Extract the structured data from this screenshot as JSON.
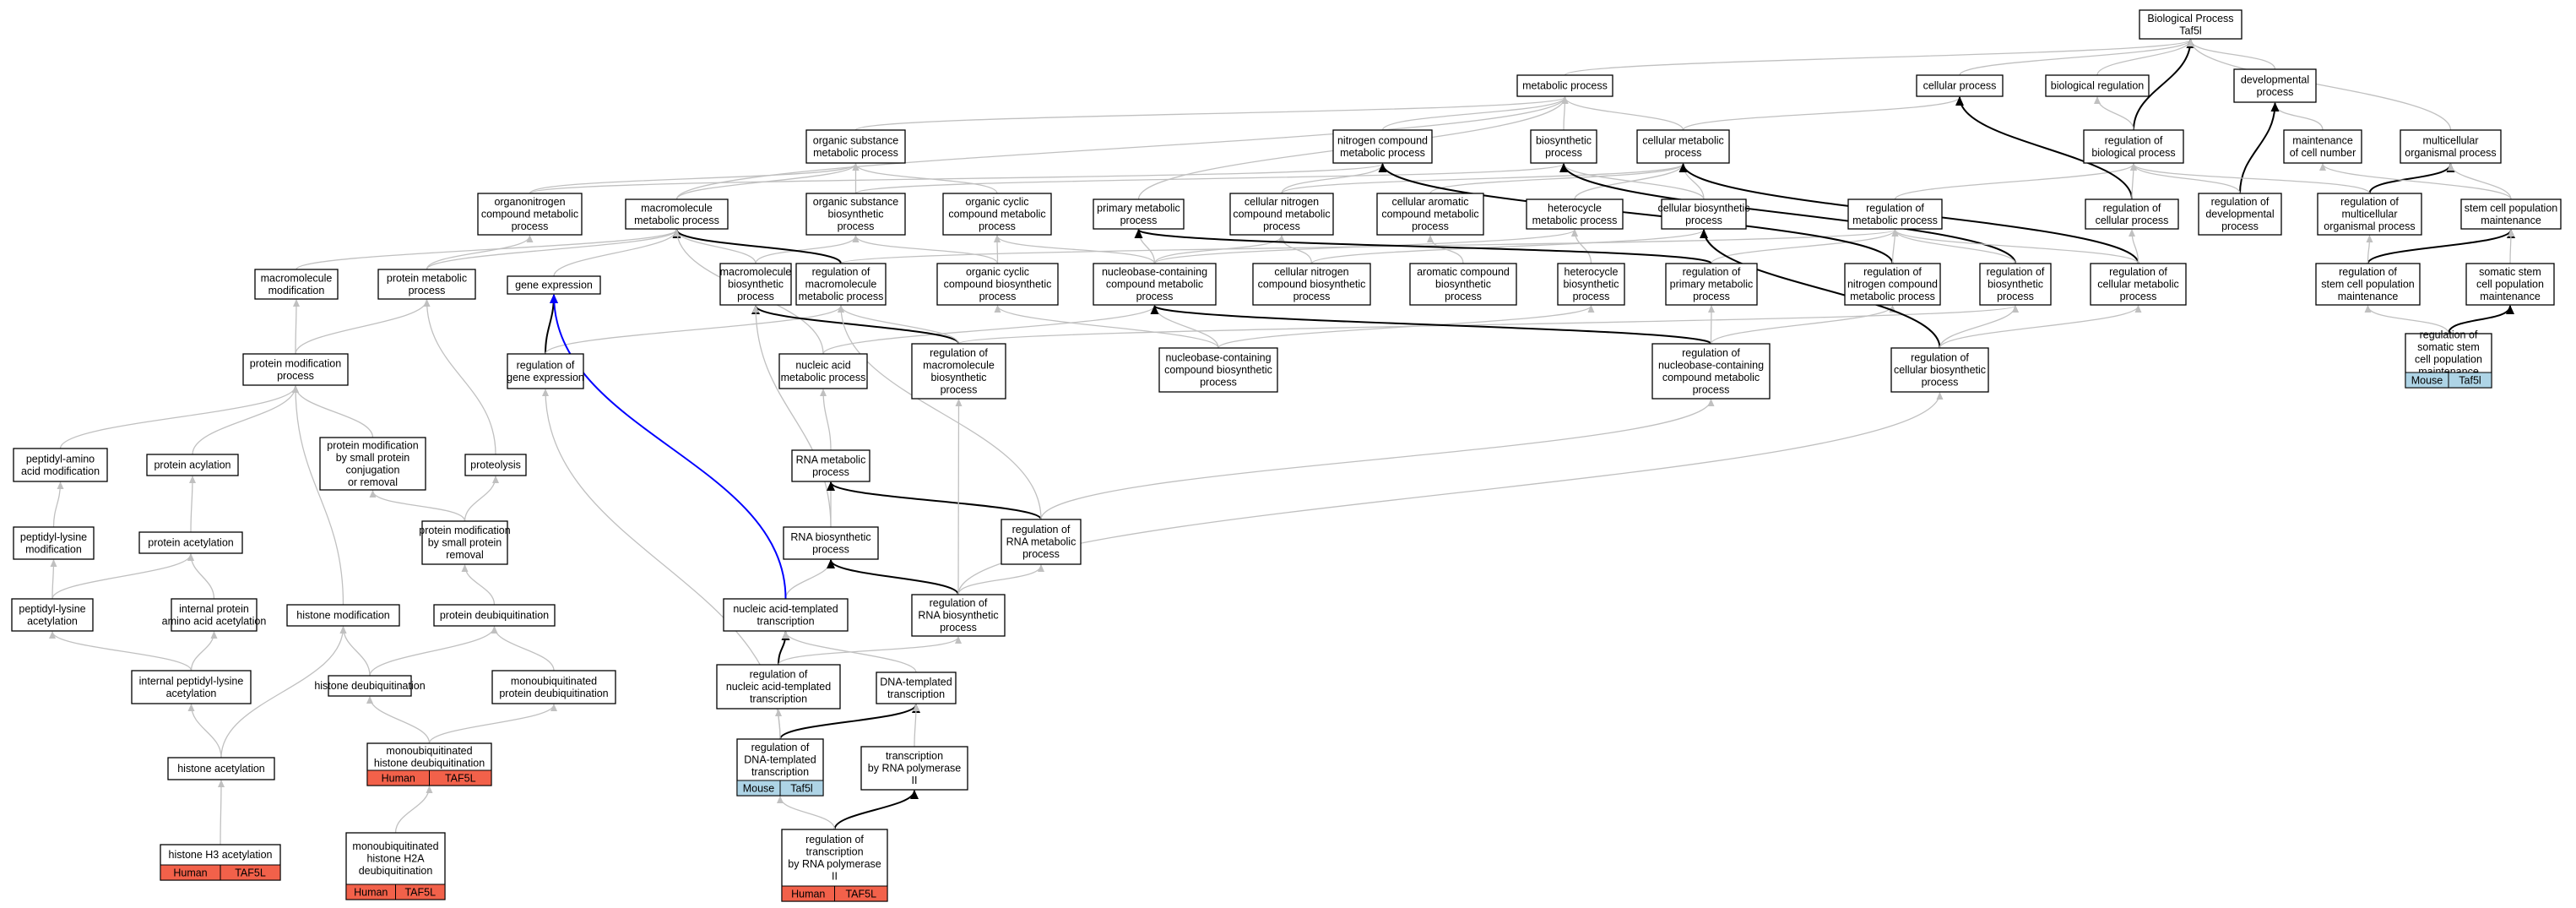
{
  "diagram": {
    "colors": {
      "edge_gray": "#c0c0c0",
      "edge_black": "#000000",
      "edge_blue": "#0000ff",
      "human": "#f2614a",
      "mouse": "#aed4e6",
      "node_border": "#000000",
      "node_fill": "#ffffff"
    },
    "nodes": [
      {
        "id": "bp",
        "lines": [
          "Biological Process",
          "Taf5l"
        ]
      },
      {
        "id": "mp",
        "lines": [
          "metabolic process"
        ]
      },
      {
        "id": "cp",
        "lines": [
          "cellular process"
        ]
      },
      {
        "id": "breg",
        "lines": [
          "biological regulation"
        ]
      },
      {
        "id": "dev",
        "lines": [
          "developmental",
          "process"
        ]
      },
      {
        "id": "osmp",
        "lines": [
          "organic substance",
          "metabolic process"
        ]
      },
      {
        "id": "ncmp",
        "lines": [
          "nitrogen compound",
          "metabolic process"
        ]
      },
      {
        "id": "biosyn",
        "lines": [
          "biosynthetic",
          "process"
        ]
      },
      {
        "id": "cmp",
        "lines": [
          "cellular metabolic",
          "process"
        ]
      },
      {
        "id": "rbp",
        "lines": [
          "regulation of",
          "biological process"
        ]
      },
      {
        "id": "mcn",
        "lines": [
          "maintenance",
          "of cell number"
        ]
      },
      {
        "id": "mop",
        "lines": [
          "multicellular",
          "organismal process"
        ]
      },
      {
        "id": "oncmp",
        "lines": [
          "organonitrogen",
          "compound metabolic",
          "process"
        ]
      },
      {
        "id": "mmp",
        "lines": [
          "macromolecule",
          "metabolic process"
        ]
      },
      {
        "id": "osbp",
        "lines": [
          "organic substance",
          "biosynthetic",
          "process"
        ]
      },
      {
        "id": "occmp",
        "lines": [
          "organic cyclic",
          "compound metabolic",
          "process"
        ]
      },
      {
        "id": "pmp",
        "lines": [
          "primary metabolic",
          "process"
        ]
      },
      {
        "id": "cncmp",
        "lines": [
          "cellular nitrogen",
          "compound metabolic",
          "process"
        ]
      },
      {
        "id": "cacmp",
        "lines": [
          "cellular aromatic",
          "compound metabolic",
          "process"
        ]
      },
      {
        "id": "hmp",
        "lines": [
          "heterocycle",
          "metabolic process"
        ]
      },
      {
        "id": "cbp",
        "lines": [
          "cellular biosynthetic",
          "process"
        ]
      },
      {
        "id": "rmp",
        "lines": [
          "regulation of",
          "metabolic process"
        ]
      },
      {
        "id": "rcp",
        "lines": [
          "regulation of",
          "cellular process"
        ]
      },
      {
        "id": "rdp",
        "lines": [
          "regulation of",
          "developmental",
          "process"
        ]
      },
      {
        "id": "rmop",
        "lines": [
          "regulation of",
          "multicellular",
          "organismal process"
        ]
      },
      {
        "id": "scpm",
        "lines": [
          "stem cell population",
          "maintenance"
        ]
      },
      {
        "id": "mm",
        "lines": [
          "macromolecule",
          "modification"
        ]
      },
      {
        "id": "protmp",
        "lines": [
          "protein metabolic",
          "process"
        ]
      },
      {
        "id": "ge",
        "lines": [
          "gene expression"
        ]
      },
      {
        "id": "mbp",
        "lines": [
          "macromolecule",
          "biosynthetic",
          "process"
        ]
      },
      {
        "id": "rmmp",
        "lines": [
          "regulation of",
          "macromolecule",
          "metabolic process"
        ]
      },
      {
        "id": "occbp",
        "lines": [
          "organic cyclic",
          "compound biosynthetic",
          "process"
        ]
      },
      {
        "id": "nccmp",
        "lines": [
          "nucleobase-containing",
          "compound metabolic",
          "process"
        ]
      },
      {
        "id": "cncbp",
        "lines": [
          "cellular nitrogen",
          "compound biosynthetic",
          "process"
        ]
      },
      {
        "id": "acbp",
        "lines": [
          "aromatic compound",
          "biosynthetic",
          "process"
        ]
      },
      {
        "id": "hbp",
        "lines": [
          "heterocycle",
          "biosynthetic",
          "process"
        ]
      },
      {
        "id": "rpmp",
        "lines": [
          "regulation of",
          "primary metabolic",
          "process"
        ]
      },
      {
        "id": "rncmp",
        "lines": [
          "regulation of",
          "nitrogen compound",
          "metabolic process"
        ]
      },
      {
        "id": "rbiop",
        "lines": [
          "regulation of",
          "biosynthetic",
          "process"
        ]
      },
      {
        "id": "rcmp",
        "lines": [
          "regulation of",
          "cellular metabolic",
          "process"
        ]
      },
      {
        "id": "rscpm",
        "lines": [
          "regulation of",
          "stem cell population",
          "maintenance"
        ]
      },
      {
        "id": "sscpm",
        "lines": [
          "somatic stem",
          "cell population",
          "maintenance"
        ]
      },
      {
        "id": "pmod",
        "lines": [
          "protein modification",
          "process"
        ]
      },
      {
        "id": "rge",
        "lines": [
          "regulation of",
          "gene expression"
        ]
      },
      {
        "id": "namp",
        "lines": [
          "nucleic acid",
          "metabolic process"
        ]
      },
      {
        "id": "rmbp",
        "lines": [
          "regulation of",
          "macromolecule",
          "biosynthetic",
          "process"
        ]
      },
      {
        "id": "ncbp",
        "lines": [
          "nucleobase-containing",
          "compound biosynthetic",
          "process"
        ]
      },
      {
        "id": "rnccmp",
        "lines": [
          "regulation of",
          "nucleobase-containing",
          "compound metabolic",
          "process"
        ]
      },
      {
        "id": "rcbp",
        "lines": [
          "regulation of",
          "cellular biosynthetic",
          "process"
        ]
      },
      {
        "id": "rsscpm",
        "lines": [
          "regulation of",
          "somatic stem",
          "cell population",
          "maintenance"
        ]
      },
      {
        "id": "pam",
        "lines": [
          "peptidyl-amino",
          "acid modification"
        ]
      },
      {
        "id": "pacyl",
        "lines": [
          "protein acylation"
        ]
      },
      {
        "id": "pmspcr",
        "lines": [
          "protein modification",
          "by small protein",
          "conjugation",
          "or removal"
        ]
      },
      {
        "id": "prot",
        "lines": [
          "proteolysis"
        ]
      },
      {
        "id": "rnamp",
        "lines": [
          "RNA metabolic",
          "process"
        ]
      },
      {
        "id": "plm",
        "lines": [
          "peptidyl-lysine",
          "modification"
        ]
      },
      {
        "id": "pacet",
        "lines": [
          "protein acetylation"
        ]
      },
      {
        "id": "pmspr",
        "lines": [
          "protein modification",
          "by small protein",
          "removal"
        ]
      },
      {
        "id": "rnabp",
        "lines": [
          "RNA biosynthetic",
          "process"
        ]
      },
      {
        "id": "rrnamp",
        "lines": [
          "regulation of",
          "RNA metabolic",
          "process"
        ]
      },
      {
        "id": "plac",
        "lines": [
          "peptidyl-lysine",
          "acetylation"
        ]
      },
      {
        "id": "ipaa",
        "lines": [
          "internal protein",
          "amino acid acetylation"
        ]
      },
      {
        "id": "hmod",
        "lines": [
          "histone modification"
        ]
      },
      {
        "id": "pdeub",
        "lines": [
          "protein deubiquitination"
        ]
      },
      {
        "id": "natt",
        "lines": [
          "nucleic acid-templated",
          "transcription"
        ]
      },
      {
        "id": "rrnabp",
        "lines": [
          "regulation of",
          "RNA biosynthetic",
          "process"
        ]
      },
      {
        "id": "ipla",
        "lines": [
          "internal peptidyl-lysine",
          "acetylation"
        ]
      },
      {
        "id": "hdeub",
        "lines": [
          "histone deubiquitination"
        ]
      },
      {
        "id": "mpdeub",
        "lines": [
          "monoubiquitinated",
          "protein deubiquitination"
        ]
      },
      {
        "id": "rnatt",
        "lines": [
          "regulation of",
          "nucleic acid-templated",
          "transcription"
        ]
      },
      {
        "id": "dtt",
        "lines": [
          "DNA-templated",
          "transcription"
        ]
      },
      {
        "id": "hacet",
        "lines": [
          "histone acetylation"
        ]
      },
      {
        "id": "mhdeub",
        "lines": [
          "monoubiquitinated",
          "histone deubiquitination"
        ],
        "tag": [
          "Human",
          "TAF5L"
        ]
      },
      {
        "id": "rdtt",
        "lines": [
          "regulation of",
          "DNA-templated",
          "transcription"
        ],
        "tag": [
          "Mouse",
          "Taf5l"
        ]
      },
      {
        "id": "trp2",
        "lines": [
          "transcription",
          "by RNA polymerase",
          "II"
        ]
      },
      {
        "id": "h3ac",
        "lines": [
          "histone H3 acetylation"
        ],
        "tag": [
          "Human",
          "TAF5L"
        ]
      },
      {
        "id": "mh2adeub",
        "lines": [
          "monoubiquitinated",
          "histone H2A",
          "deubiquitination"
        ],
        "tag": [
          "Human",
          "TAF5L"
        ]
      },
      {
        "id": "rtrp2",
        "lines": [
          "regulation of",
          "transcription",
          "by RNA polymerase",
          "II"
        ],
        "tag": [
          "Human",
          "TAF5L"
        ]
      }
    ],
    "tag_nodes": [
      {
        "id": "rsscpm",
        "tag": [
          "Mouse",
          "Taf5l"
        ]
      }
    ]
  }
}
